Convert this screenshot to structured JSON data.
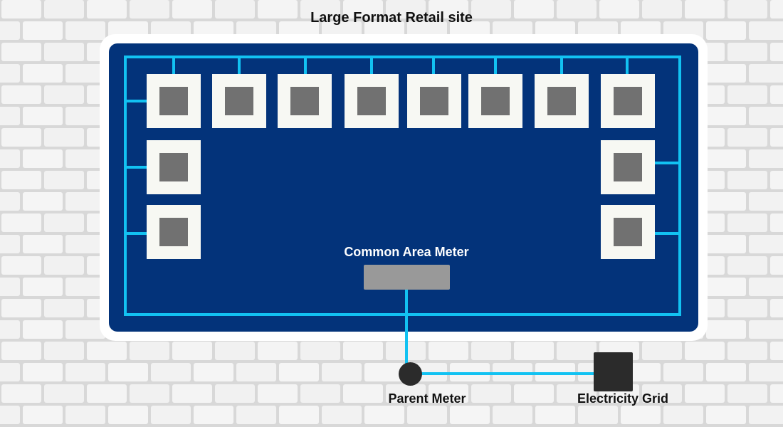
{
  "diagram": {
    "title": "Large Format Retail site",
    "common_area_meter": {
      "label": "Common Area Meter"
    },
    "parent_meter": {
      "label": "Parent Meter"
    },
    "electricity_grid": {
      "label": "Electricity Grid"
    },
    "tenancy_units": {
      "top_row": 8,
      "left_column_extra": 2,
      "right_column_extra": 2
    }
  },
  "colors": {
    "site_panel": "#03337a",
    "wiring": "#12c2f2",
    "unit_fill": "#f7f8f3",
    "unit_core": "#717171",
    "meter_fill": "#999999",
    "node_fill": "#2b2b2b",
    "brick_wall": "#ececec"
  }
}
